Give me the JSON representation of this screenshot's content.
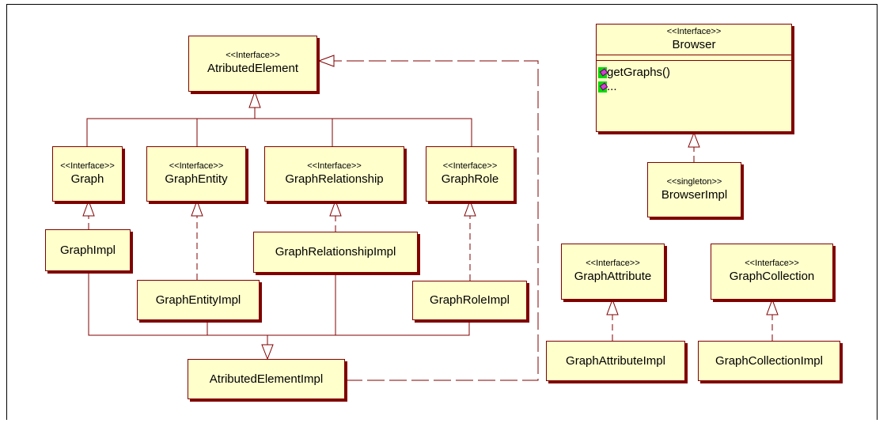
{
  "classes": {
    "atributed_element": {
      "stereotype": "<<Interface>>",
      "name": "AtributedElement"
    },
    "graph": {
      "stereotype": "<<Interface>>",
      "name": "Graph"
    },
    "graph_entity": {
      "stereotype": "<<Interface>>",
      "name": "GraphEntity"
    },
    "graph_relationship": {
      "stereotype": "<<Interface>>",
      "name": "GraphRelationship"
    },
    "graph_role": {
      "stereotype": "<<Interface>>",
      "name": "GraphRole"
    },
    "graph_impl": {
      "name": "GraphImpl"
    },
    "graph_entity_impl": {
      "name": "GraphEntityImpl"
    },
    "graph_relationship_impl": {
      "name": "GraphRelationshipImpl"
    },
    "graph_role_impl": {
      "name": "GraphRoleImpl"
    },
    "atributed_element_impl": {
      "name": "AtributedElementImpl"
    },
    "browser": {
      "stereotype": "<<Interface>>",
      "name": "Browser",
      "operations": [
        "getGraphs()",
        "..."
      ]
    },
    "browser_impl": {
      "stereotype": "<<singleton>>",
      "name": "BrowserImpl"
    },
    "graph_attribute": {
      "stereotype": "<<Interface>>",
      "name": "GraphAttribute"
    },
    "graph_collection": {
      "stereotype": "<<Interface>>",
      "name": "GraphCollection"
    },
    "graph_attribute_impl": {
      "name": "GraphAttributeImpl"
    },
    "graph_collection_impl": {
      "name": "GraphCollectionImpl"
    }
  },
  "colors": {
    "line": "#800000",
    "box_fill": "#ffffcc",
    "op_icon": "#00dd00"
  }
}
